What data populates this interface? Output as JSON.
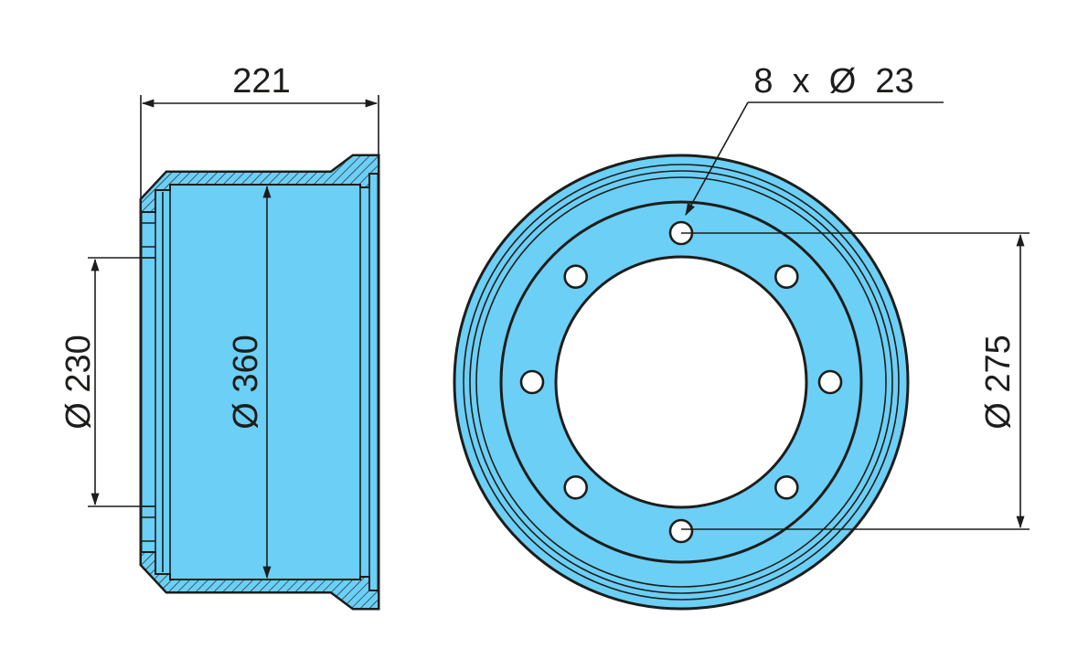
{
  "diagram": {
    "colors": {
      "fill": "#6ccff6",
      "line": "#1d1d1b",
      "background": "#ffffff"
    },
    "dimensions": {
      "width": "221",
      "bore": "Ø 230",
      "inner": "Ø 360",
      "bolt_circle": "Ø 275",
      "holes": "8  x  Ø  23"
    },
    "hole_count": 8
  }
}
